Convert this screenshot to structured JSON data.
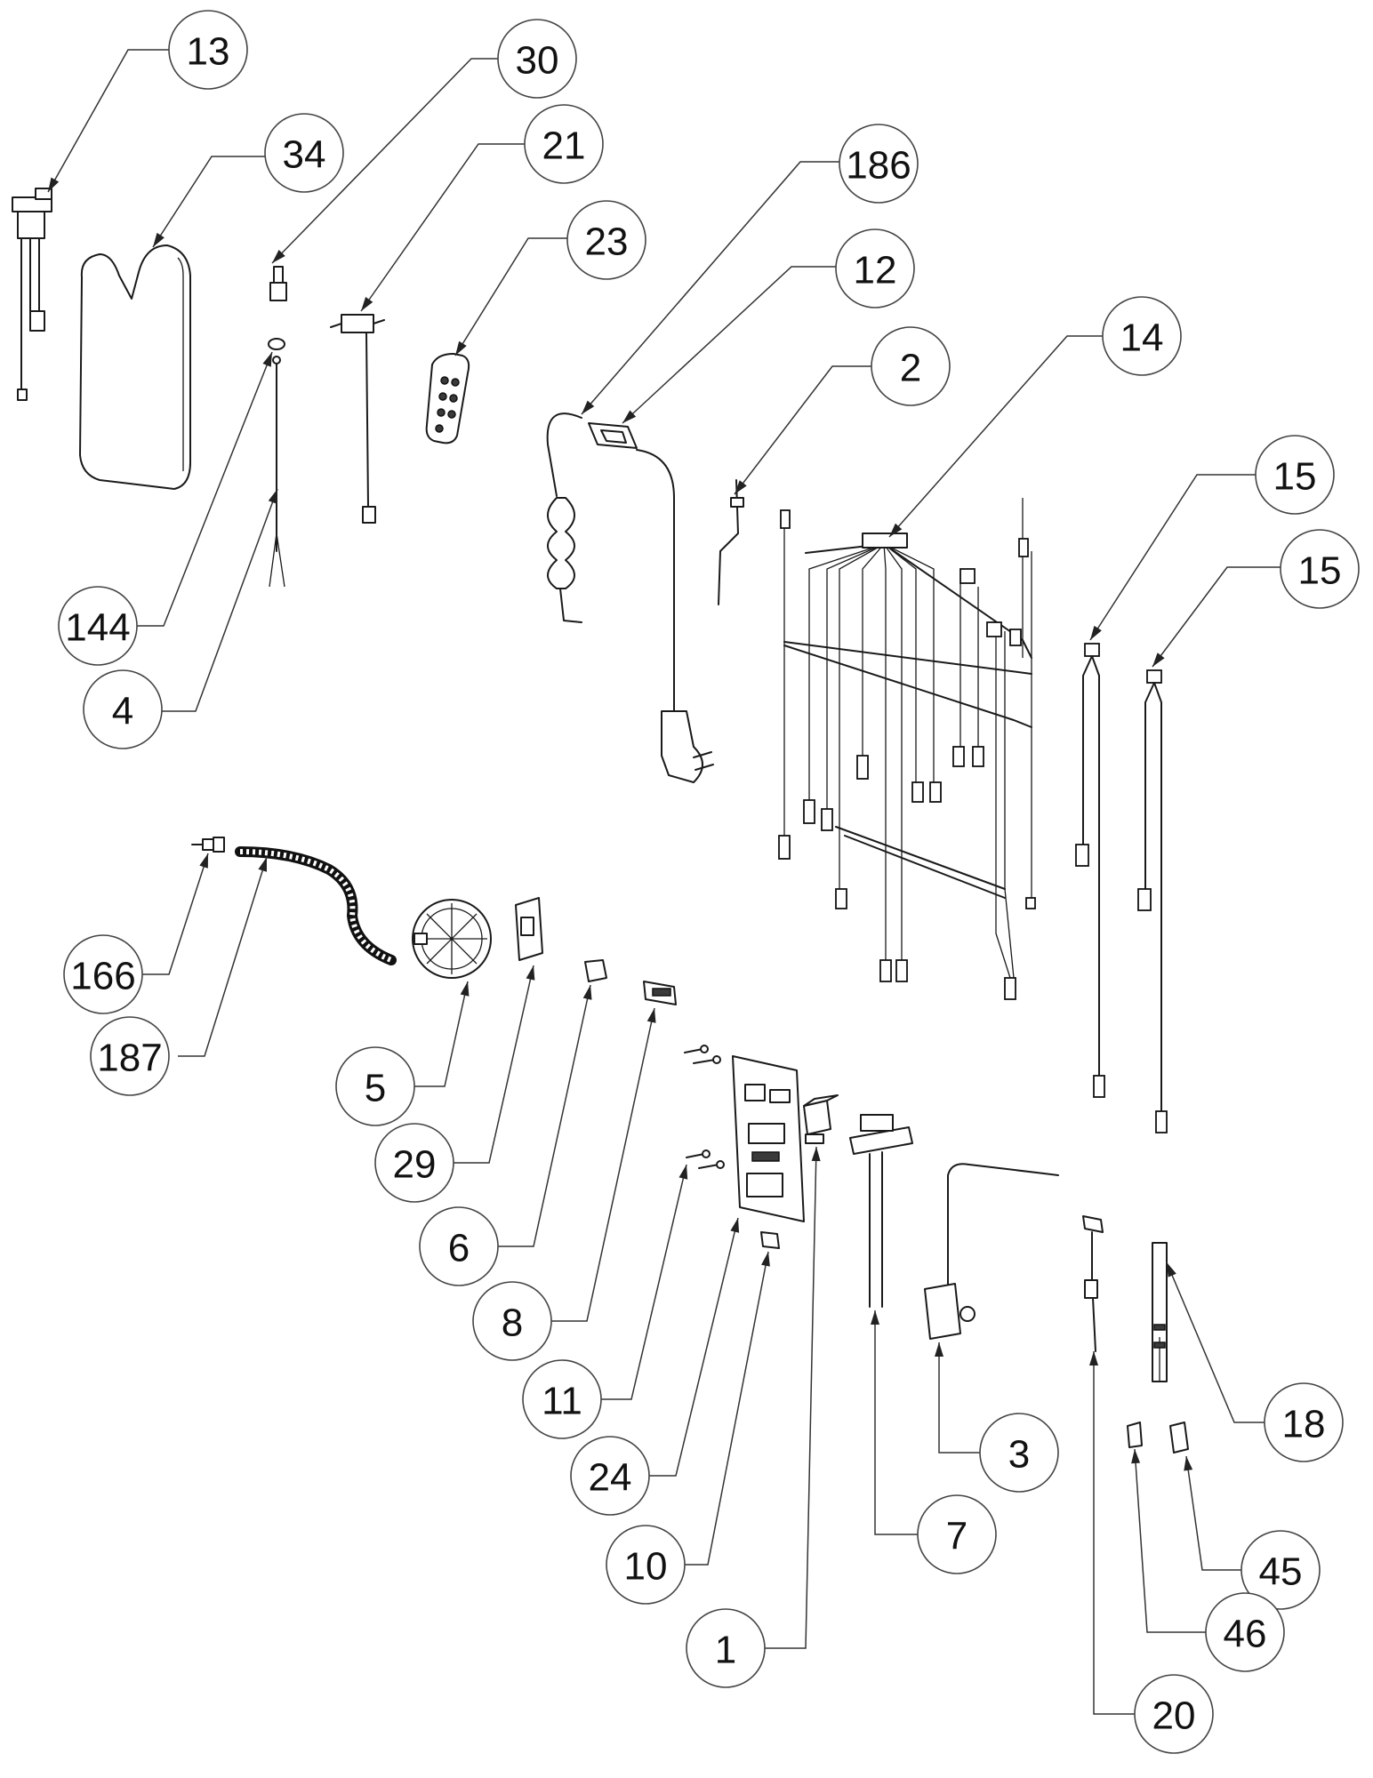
{
  "diagram": {
    "callouts": [
      {
        "id": "c13",
        "label": "13"
      },
      {
        "id": "c30",
        "label": "30"
      },
      {
        "id": "c34",
        "label": "34"
      },
      {
        "id": "c21",
        "label": "21"
      },
      {
        "id": "c186",
        "label": "186"
      },
      {
        "id": "c23",
        "label": "23"
      },
      {
        "id": "c12",
        "label": "12"
      },
      {
        "id": "c2",
        "label": "2"
      },
      {
        "id": "c14",
        "label": "14"
      },
      {
        "id": "c15a",
        "label": "15"
      },
      {
        "id": "c15b",
        "label": "15"
      },
      {
        "id": "c144",
        "label": "144"
      },
      {
        "id": "c4",
        "label": "4"
      },
      {
        "id": "c166",
        "label": "166"
      },
      {
        "id": "c187",
        "label": "187"
      },
      {
        "id": "c5",
        "label": "5"
      },
      {
        "id": "c29",
        "label": "29"
      },
      {
        "id": "c6",
        "label": "6"
      },
      {
        "id": "c8",
        "label": "8"
      },
      {
        "id": "c11",
        "label": "11"
      },
      {
        "id": "c24",
        "label": "24"
      },
      {
        "id": "c10",
        "label": "10"
      },
      {
        "id": "c1",
        "label": "1"
      },
      {
        "id": "c7",
        "label": "7"
      },
      {
        "id": "c3",
        "label": "3"
      },
      {
        "id": "c18",
        "label": "18"
      },
      {
        "id": "c45",
        "label": "45"
      },
      {
        "id": "c46",
        "label": "46"
      },
      {
        "id": "c20",
        "label": "20"
      }
    ]
  }
}
